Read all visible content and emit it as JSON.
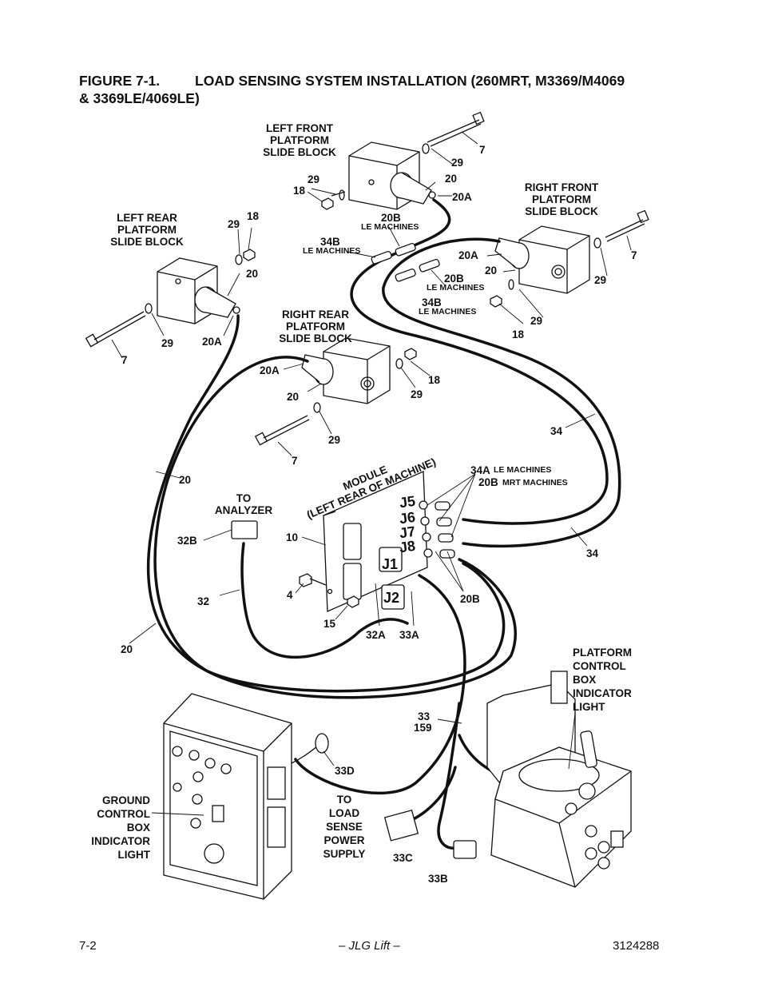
{
  "title": {
    "figure": "FIGURE 7-1.",
    "line1": "LOAD SENSING SYSTEM INSTALLATION (260MRT, M3369/M4069",
    "line2": "& 3369LE/4069LE)"
  },
  "labels": {
    "left_front": "LEFT FRONT\nPLATFORM\nSLIDE BLOCK",
    "right_front": "RIGHT FRONT\nPLATFORM\nSLIDE BLOCK",
    "left_rear": "LEFT REAR\nPLATFORM\nSLIDE BLOCK",
    "right_rear": "RIGHT REAR\nPLATFORM\nSLIDE BLOCK",
    "to_analyzer": "TO\nANALYZER",
    "module": "MODULE\n(LEFT REAR OF MACHINE)",
    "platform_box": "PLATFORM\nCONTROL\nBOX\nINDICATOR\nLIGHT",
    "ground_box": "GROUND\nCONTROL\nBOX\nINDICATOR\nLIGHT",
    "to_load": "TO\nLOAD\nSENSE\nPOWER\nSUPPLY",
    "le_machines": "LE MACHINES",
    "mrt_machines": "MRT MACHINES",
    "j5": "J5",
    "j6": "J6",
    "j7": "J7",
    "j8": "J8",
    "j1": "J1",
    "j2": "J2"
  },
  "callouts": {
    "c7": "7",
    "c18": "18",
    "c20": "20",
    "c29": "29",
    "c20A": "20A",
    "c20B": "20B",
    "c34B": "34B",
    "c34": "34",
    "c34A": "34A",
    "c32B": "32B",
    "c32": "32",
    "c10": "10",
    "c4": "4",
    "c15": "15",
    "c32A": "32A",
    "c33A": "33A",
    "c33": "33",
    "c159": "159",
    "c33D": "33D",
    "c33C": "33C",
    "c33B": "33B"
  },
  "footer": {
    "page": "7-2",
    "center": "– JLG Lift –",
    "doc": "3124288"
  }
}
